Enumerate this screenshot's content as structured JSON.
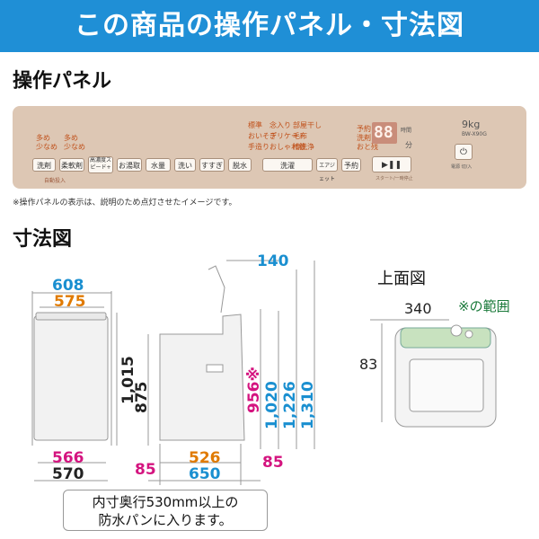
{
  "header": {
    "title": "この商品の操作パネル・寸法図"
  },
  "panel_section": {
    "title": "操作パネル",
    "note": "※操作パネルの表示は、説明のため点灯させたイメージです。",
    "buttons": [
      "洗剤",
      "柔軟剤",
      "高濃度スピード+",
      "お湯取",
      "水量",
      "洗い",
      "すすぎ",
      "脱水",
      "洗濯",
      "エアジェット",
      "予約",
      "▶❚❚",
      "⏻"
    ],
    "labels": {
      "more1": "多め",
      "less1": "少なめ",
      "more2": "多め",
      "less2": "少なめ",
      "auto_input": "自動投入",
      "course1": "標準",
      "course2": "おいそぎ",
      "course3": "手造り",
      "course4": "念入り",
      "course5": "デリケート",
      "course6": "おしゃれ着",
      "course7": "部屋干し",
      "course8": "毛布",
      "course9": "槽洗浄",
      "reserve": "予約",
      "wash": "洗剤",
      "dry": "おと残",
      "display": "88",
      "time_hint": "時間",
      "time_unit": "分",
      "capacity": "9kg",
      "model": "BW-X90G",
      "power_label": "電源 切/入",
      "start_label": "スタート/一時停止"
    }
  },
  "dimensions_section": {
    "title": "寸法図",
    "plan_title": "上面図",
    "values": {
      "w608": "608",
      "w575": "575",
      "w566": "566",
      "w570": "570",
      "h1015": "1,015",
      "h875": "875",
      "d140": "140",
      "d526": "526",
      "d650": "650",
      "d85a": "85",
      "d85b": "85",
      "h956": "956※",
      "h1020": "1,020",
      "h1226": "1,226",
      "h1310": "1,310",
      "p340": "340",
      "p83": "83",
      "p_range": "※の範囲"
    },
    "callout": [
      "内寸奥行530mm以上の",
      "防水パンに入ります。"
    ]
  },
  "colors": {
    "banner": "#1f8fd6",
    "dim_blue": "#1a8fd0",
    "dim_orange": "#e07a00",
    "dim_pink": "#d4147f",
    "panel": "#ddc7b4"
  }
}
